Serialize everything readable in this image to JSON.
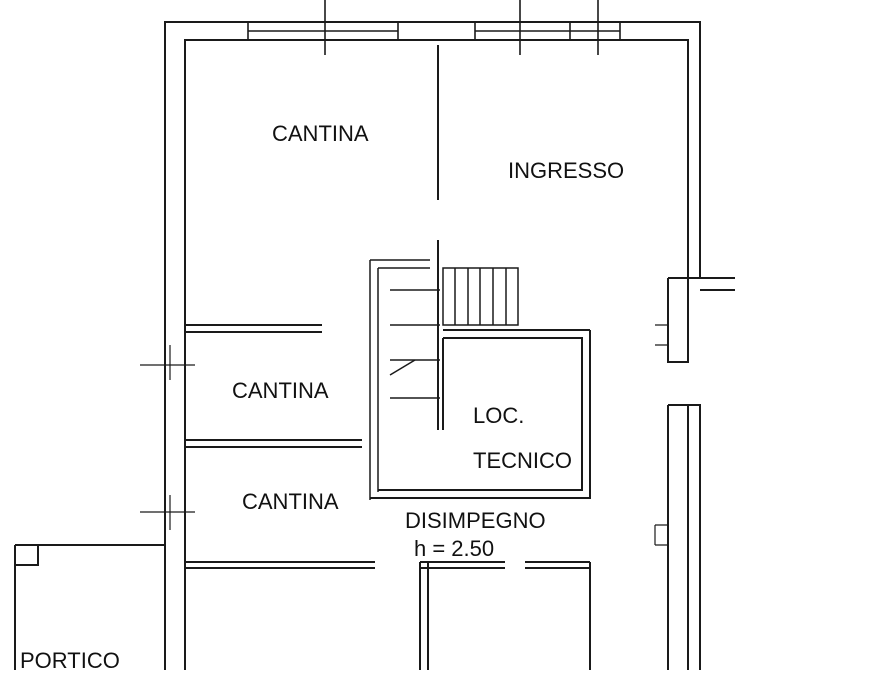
{
  "rooms": {
    "cantina_top": "CANTINA",
    "ingresso": "INGRESSO",
    "cantina_mid": "CANTINA",
    "loc_line1": "LOC.",
    "loc_line2": "TECNICO",
    "cantina_low": "CANTINA",
    "disimpegno": "DISIMPEGNO",
    "height": "h = 2.50",
    "portico": "PORTICO"
  },
  "colors": {
    "wall": "#1a1a1a",
    "background": "#ffffff"
  }
}
